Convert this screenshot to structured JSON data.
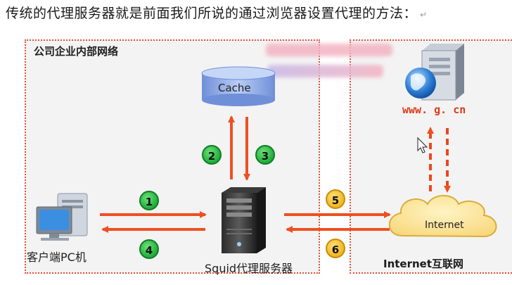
{
  "heading": {
    "text": "传统的代理服务器就是前面我们所说的通过浏览器设置代理的方法：",
    "mark": "↵"
  },
  "regions": {
    "internal": "公司企业内部网络",
    "internet": "Internet互联网"
  },
  "nodes": {
    "cache": "Cache",
    "client": "客户端PC机",
    "proxy": "Squid代理服务器",
    "internet_cloud": "Internet",
    "web_server": "www. g. cn"
  },
  "steps": [
    "1",
    "2",
    "3",
    "4",
    "5",
    "6"
  ],
  "colors": {
    "arrow": "#ee5022",
    "dash": "#e8481f",
    "green_step": "#1fae3a",
    "yellow_step": "#f2b61f",
    "border": "#e0523a"
  }
}
